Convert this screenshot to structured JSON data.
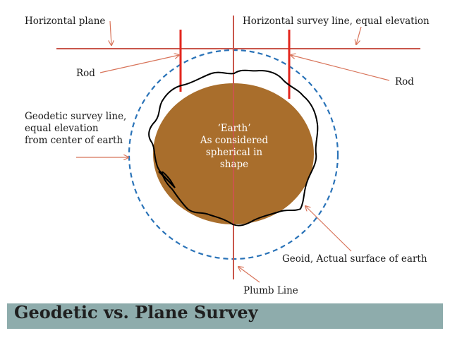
{
  "labels": {
    "horizontal_plane": "Horizontal plane",
    "horizontal_survey_line": "Horizontal survey line, equal elevation",
    "rod_left": "Rod",
    "rod_right": "Rod",
    "geodetic_survey_line": "Geodetic survey line,\nequal elevation\nfrom center of earth",
    "earth": "‘Earth’\nAs considered\nspherical in\nshape",
    "geoid": "Geoid, Actual surface of earth",
    "plumb_line": "Plumb Line"
  },
  "title": "Geodetic vs. Plane Survey",
  "colors": {
    "earth_fill": "#a96e2c",
    "pointer_lines": "#d8745a",
    "rods": "#e3261e",
    "geodetic_circle": "#2a73b8",
    "geoid_curve": "#000000",
    "title_bar": "#8eacac"
  }
}
